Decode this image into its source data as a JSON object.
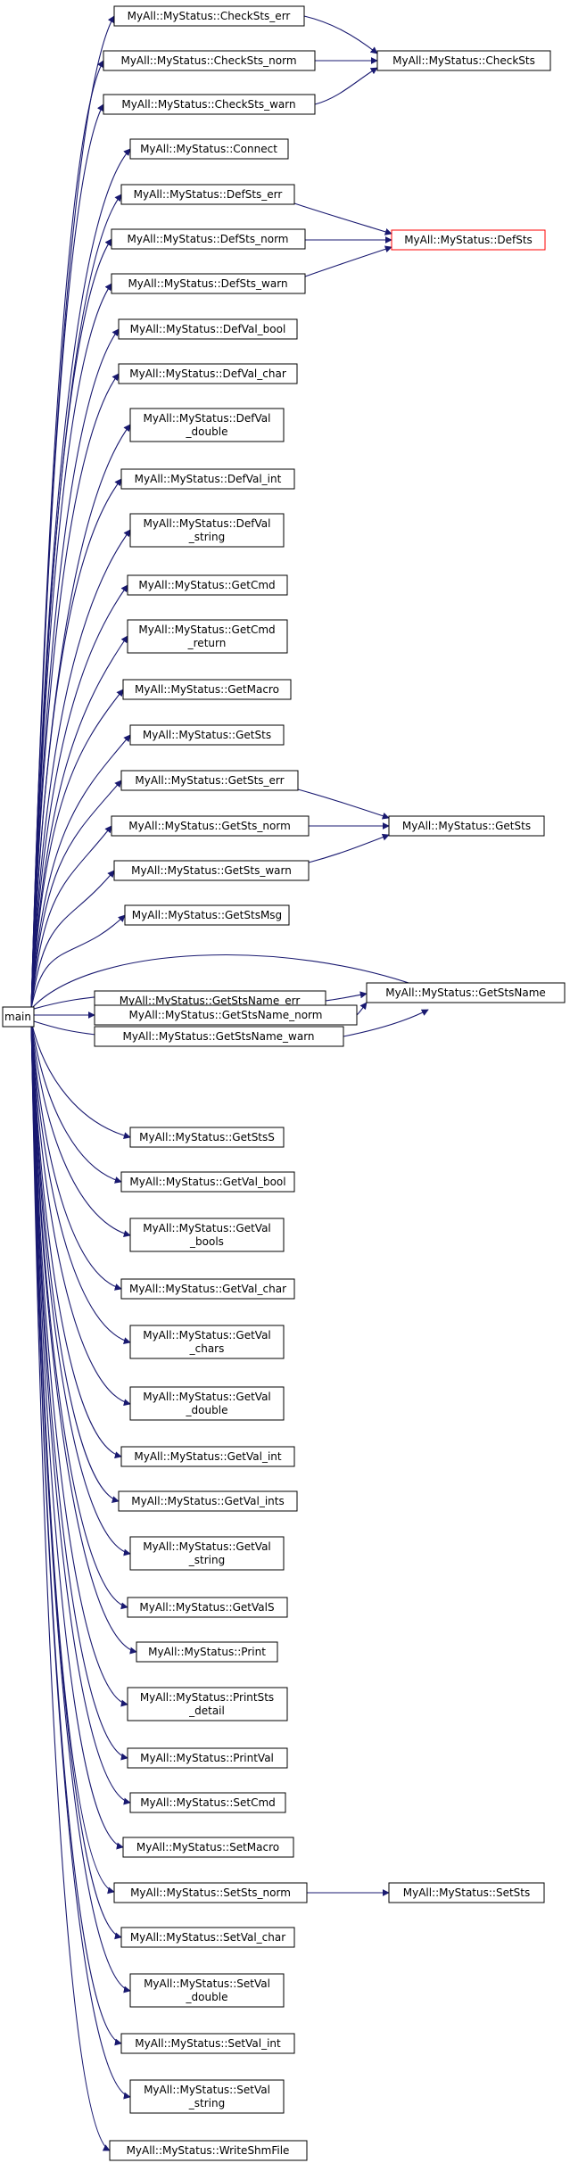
{
  "colors": {
    "edge": "#191970",
    "node_border": "#000000",
    "root_fill": "#bfbfbf",
    "highlight_border": "#ff0000"
  },
  "nodes": {
    "main": "main",
    "checksts_err": "MyAll::MyStatus::CheckSts_err",
    "checksts_norm": "MyAll::MyStatus::CheckSts_norm",
    "checksts_warn": "MyAll::MyStatus::CheckSts_warn",
    "checksts": "MyAll::MyStatus::CheckSts",
    "connect": "MyAll::MyStatus::Connect",
    "defsts_err": "MyAll::MyStatus::DefSts_err",
    "defsts_norm": "MyAll::MyStatus::DefSts_norm",
    "defsts_warn": "MyAll::MyStatus::DefSts_warn",
    "defsts": "MyAll::MyStatus::DefSts",
    "defval_bool": "MyAll::MyStatus::DefVal_bool",
    "defval_char": "MyAll::MyStatus::DefVal_char",
    "defval_double_1": "MyAll::MyStatus::DefVal",
    "defval_double_2": "_double",
    "defval_int": "MyAll::MyStatus::DefVal_int",
    "defval_string_1": "MyAll::MyStatus::DefVal",
    "defval_string_2": "_string",
    "getcmd": "MyAll::MyStatus::GetCmd",
    "getcmd_return_1": "MyAll::MyStatus::GetCmd",
    "getcmd_return_2": "_return",
    "getmacro": "MyAll::MyStatus::GetMacro",
    "getsts": "MyAll::MyStatus::GetSts",
    "getsts_err": "MyAll::MyStatus::GetSts_err",
    "getsts_norm": "MyAll::MyStatus::GetSts_norm",
    "getsts_warn": "MyAll::MyStatus::GetSts_warn",
    "getsts_target": "MyAll::MyStatus::GetSts",
    "getstsmsg": "MyAll::MyStatus::GetStsMsg",
    "getstsname_err": "MyAll::MyStatus::GetStsName_err",
    "getstsname_norm": "MyAll::MyStatus::GetStsName_norm",
    "getstsname_warn": "MyAll::MyStatus::GetStsName_warn",
    "getstsname": "MyAll::MyStatus::GetStsName",
    "getstss": "MyAll::MyStatus::GetStsS",
    "getval_bool": "MyAll::MyStatus::GetVal_bool",
    "getval_bools_1": "MyAll::MyStatus::GetVal",
    "getval_bools_2": "_bools",
    "getval_char": "MyAll::MyStatus::GetVal_char",
    "getval_chars_1": "MyAll::MyStatus::GetVal",
    "getval_chars_2": "_chars",
    "getval_double_1": "MyAll::MyStatus::GetVal",
    "getval_double_2": "_double",
    "getval_int": "MyAll::MyStatus::GetVal_int",
    "getval_ints": "MyAll::MyStatus::GetVal_ints",
    "getval_string_1": "MyAll::MyStatus::GetVal",
    "getval_string_2": "_string",
    "getvals": "MyAll::MyStatus::GetValS",
    "print": "MyAll::MyStatus::Print",
    "printsts_detail_1": "MyAll::MyStatus::PrintSts",
    "printsts_detail_2": "_detail",
    "printval": "MyAll::MyStatus::PrintVal",
    "setcmd": "MyAll::MyStatus::SetCmd",
    "setmacro": "MyAll::MyStatus::SetMacro",
    "setsts_norm": "MyAll::MyStatus::SetSts_norm",
    "setsts": "MyAll::MyStatus::SetSts",
    "setval_char": "MyAll::MyStatus::SetVal_char",
    "setval_double_1": "MyAll::MyStatus::SetVal",
    "setval_double_2": "_double",
    "setval_int": "MyAll::MyStatus::SetVal_int",
    "setval_string_1": "MyAll::MyStatus::SetVal",
    "setval_string_2": "_string",
    "writeshmfile": "MyAll::MyStatus::WriteShmFile"
  }
}
